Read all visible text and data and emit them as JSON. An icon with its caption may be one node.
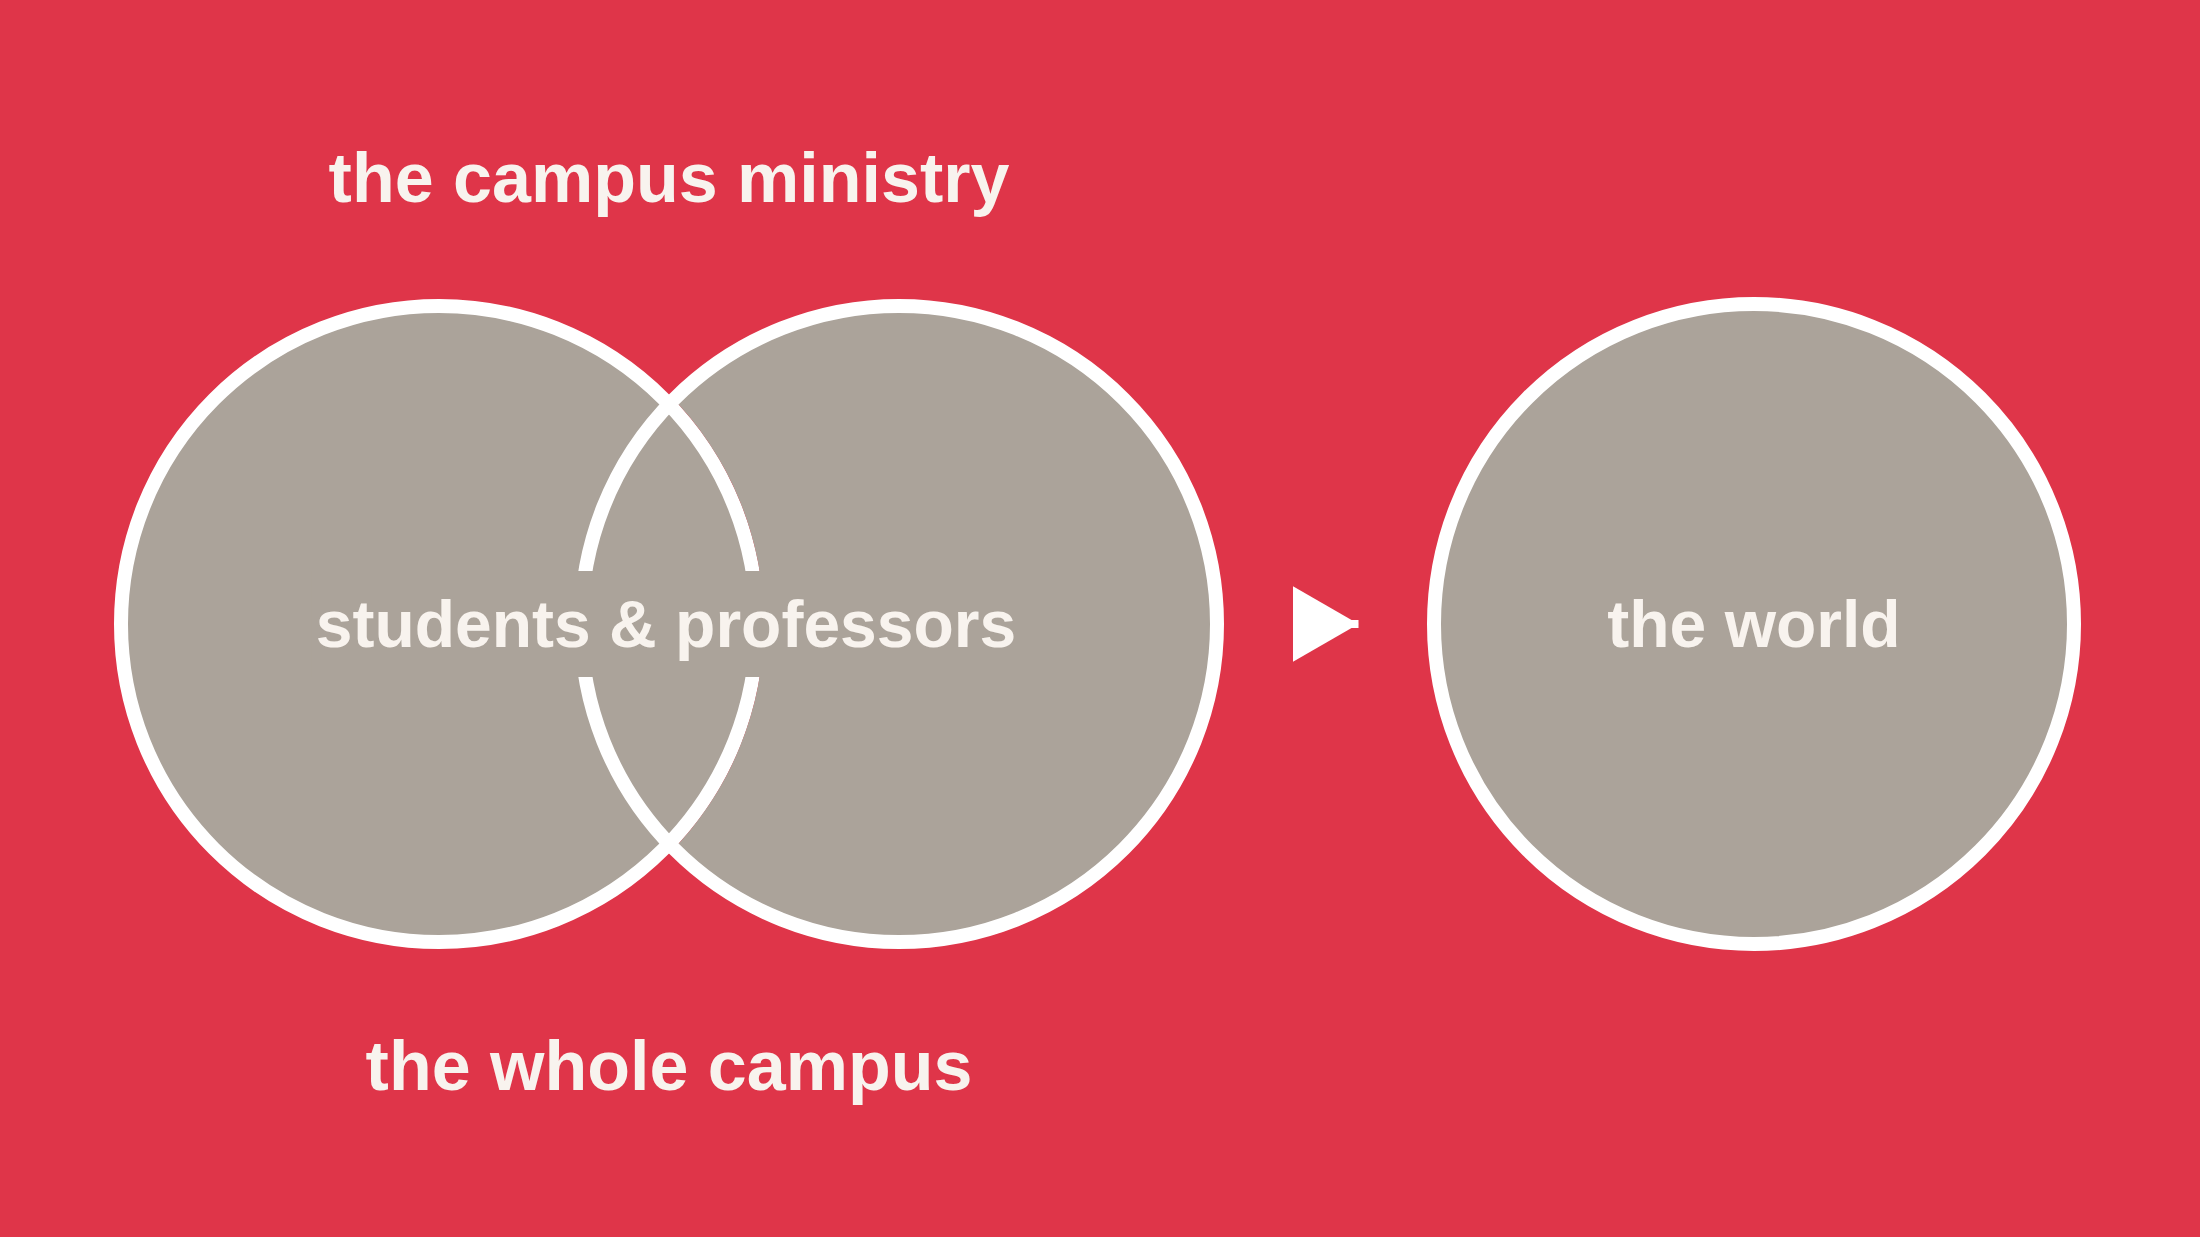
{
  "diagram": {
    "nodes": [
      {
        "text": [],
        "shape": "circle"
      },
      {
        "text": [],
        "shape": "circle"
      },
      {
        "text": [
          "students & professors"
        ]
      },
      {
        "text": [
          "the world"
        ]
      }
    ],
    "edges": [
      {
        "from": 1,
        "to": 3,
        "arrow": "to"
      }
    ],
    "labels": [
      "the campus ministry",
      "the whole campus"
    ]
  }
}
